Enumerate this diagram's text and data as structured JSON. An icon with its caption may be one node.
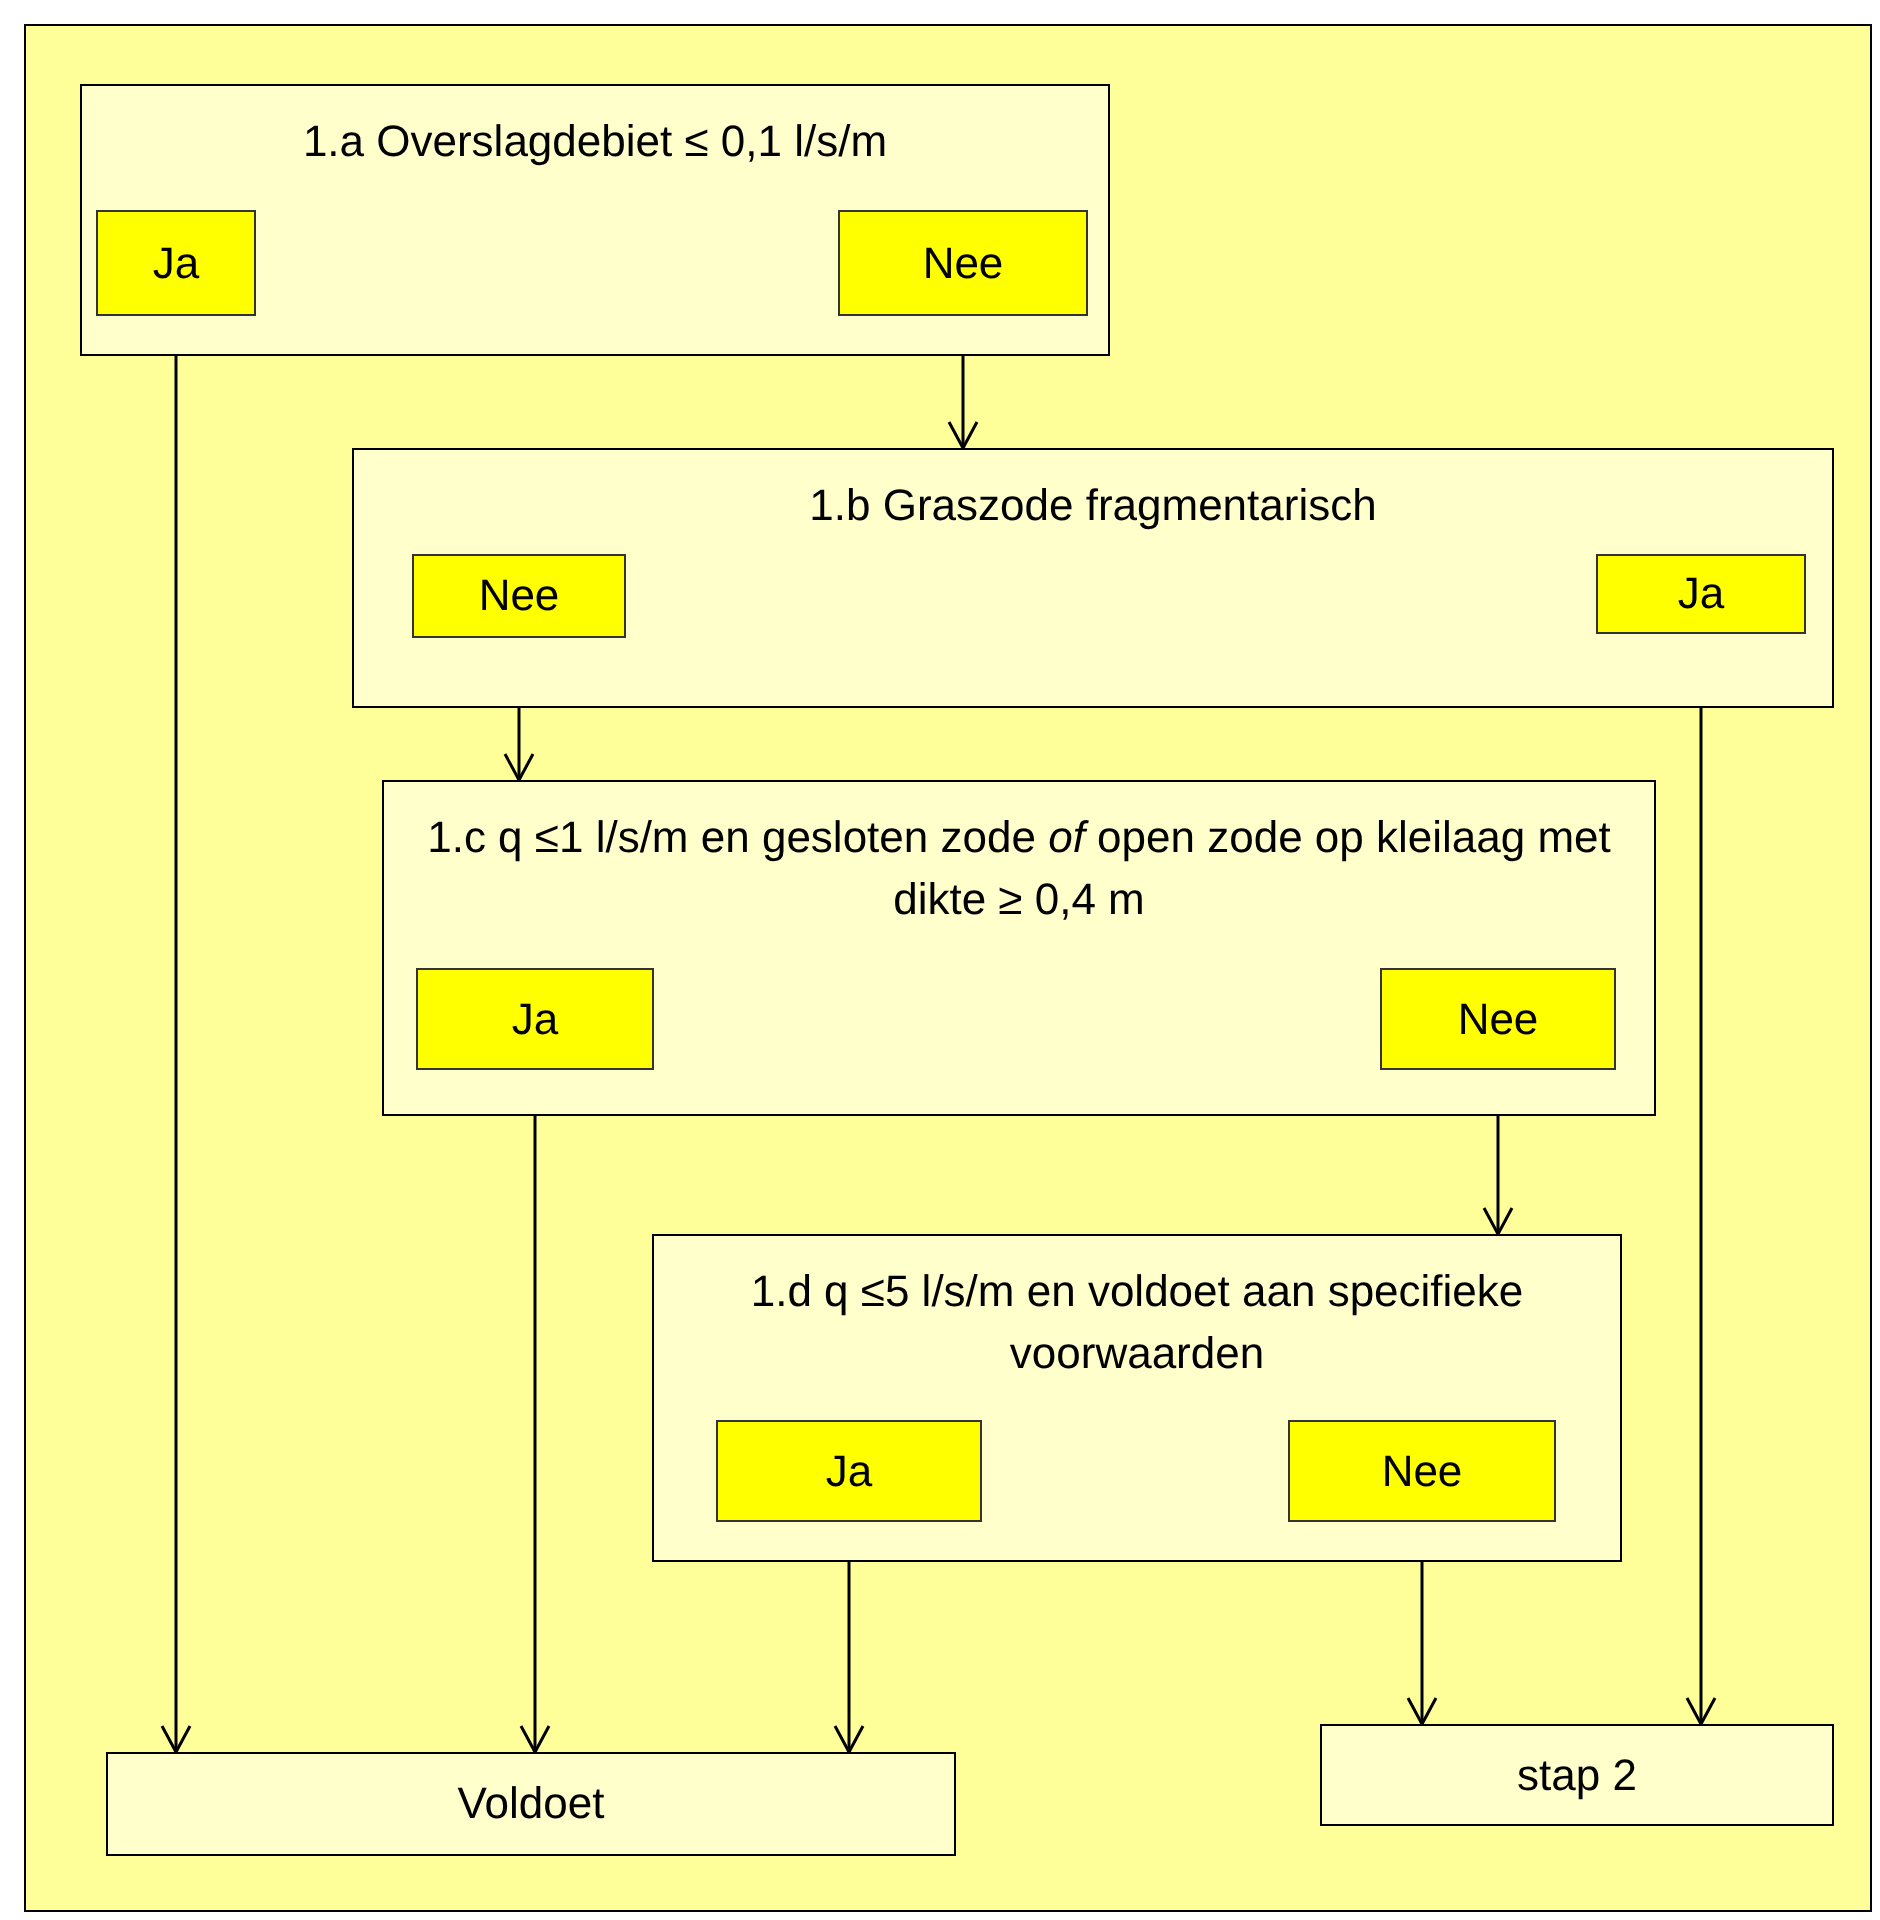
{
  "diagram": {
    "nodes": [
      {
        "text": [
          "1.a Overslagdebiet ≤ 0,1 l/s/m"
        ]
      },
      {
        "text": [
          "Ja"
        ],
        "in": 0
      },
      {
        "text": [
          "Nee"
        ],
        "in": 0
      },
      {
        "text": [
          "1.b Graszode fragmentarisch"
        ]
      },
      {
        "text": [
          "Nee"
        ],
        "in": 3
      },
      {
        "text": [
          "Ja"
        ],
        "in": 3
      },
      {
        "text": [
          "1.c q ≤1 l/s/m en gesloten zode *of* open zode op kleilaag met dikte ≥ 0,4 m"
        ]
      },
      {
        "text": [
          "Ja"
        ],
        "in": 6
      },
      {
        "text": [
          "Nee"
        ],
        "in": 6
      },
      {
        "text": [
          "1.d q ≤5 l/s/m en voldoet aan specifieke voorwaarden"
        ]
      },
      {
        "text": [
          "Ja"
        ],
        "in": 9
      },
      {
        "text": [
          "Nee"
        ],
        "in": 9
      },
      {
        "text": [
          "Voldoet"
        ]
      },
      {
        "text": [
          "stap 2"
        ]
      }
    ],
    "edges": [
      {
        "from": 1,
        "to": 12,
        "arrow": "to"
      },
      {
        "from": 2,
        "to": 3,
        "arrow": "to"
      },
      {
        "from": 4,
        "to": 6,
        "arrow": "to"
      },
      {
        "from": 5,
        "to": 13,
        "arrow": "to"
      },
      {
        "from": 7,
        "to": 12,
        "arrow": "to"
      },
      {
        "from": 8,
        "to": 9,
        "arrow": "to"
      },
      {
        "from": 10,
        "to": 12,
        "arrow": "to"
      },
      {
        "from": 11,
        "to": 13,
        "arrow": "to"
      }
    ]
  }
}
